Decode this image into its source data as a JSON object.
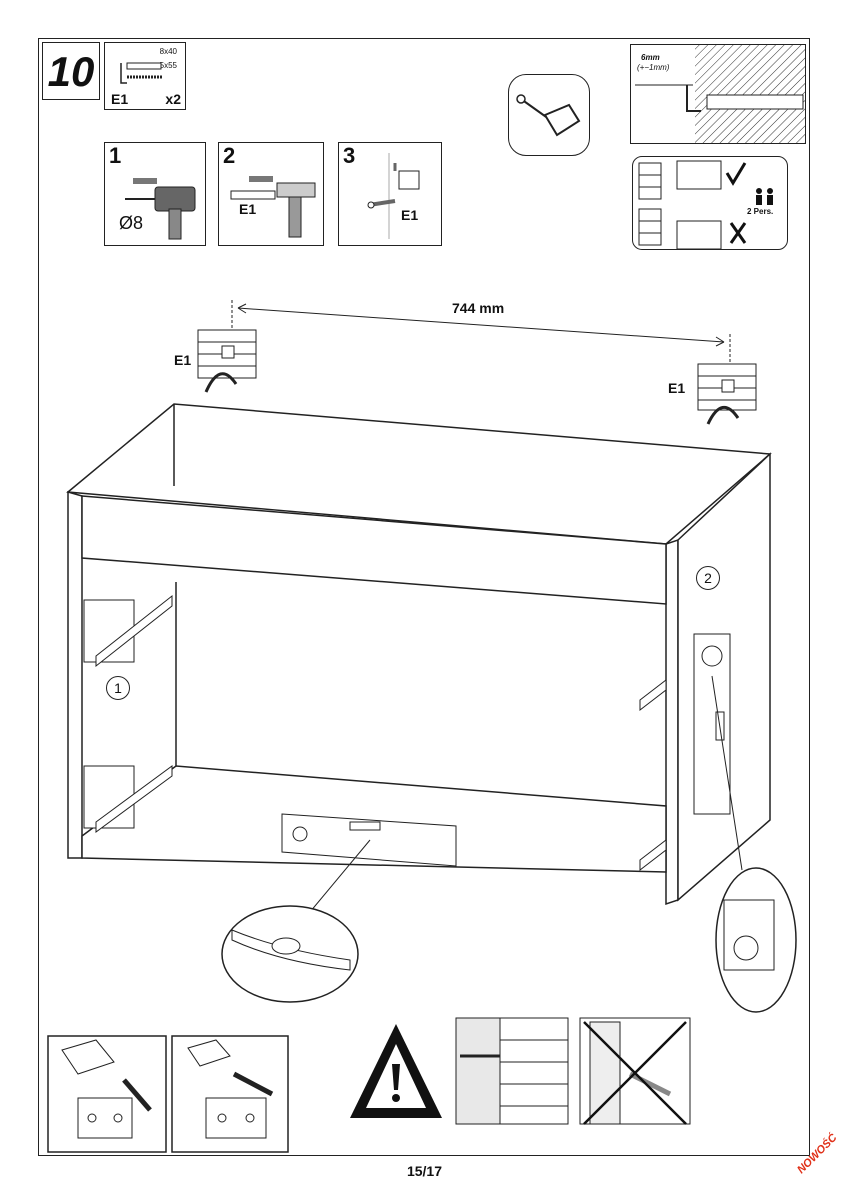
{
  "step": {
    "number": "10"
  },
  "hardware_box": {
    "size_top": "8x40",
    "size_bottom": "5x55",
    "part": "E1",
    "qty": "x2"
  },
  "sub_steps": [
    {
      "num": "1",
      "label": "Ø8"
    },
    {
      "num": "2",
      "label": "E1"
    },
    {
      "num": "3",
      "label": "E1"
    }
  ],
  "tolerance": {
    "line1": "6mm",
    "line2": "(+−1mm)"
  },
  "persons": "2 Pers.",
  "dimension": "744 mm",
  "mount_labels": {
    "left": "E1",
    "right": "E1"
  },
  "parts": {
    "left_panel": "1",
    "right_panel": "2"
  },
  "footer": {
    "page": "15/17",
    "badge": "NOWOŚĆ"
  }
}
